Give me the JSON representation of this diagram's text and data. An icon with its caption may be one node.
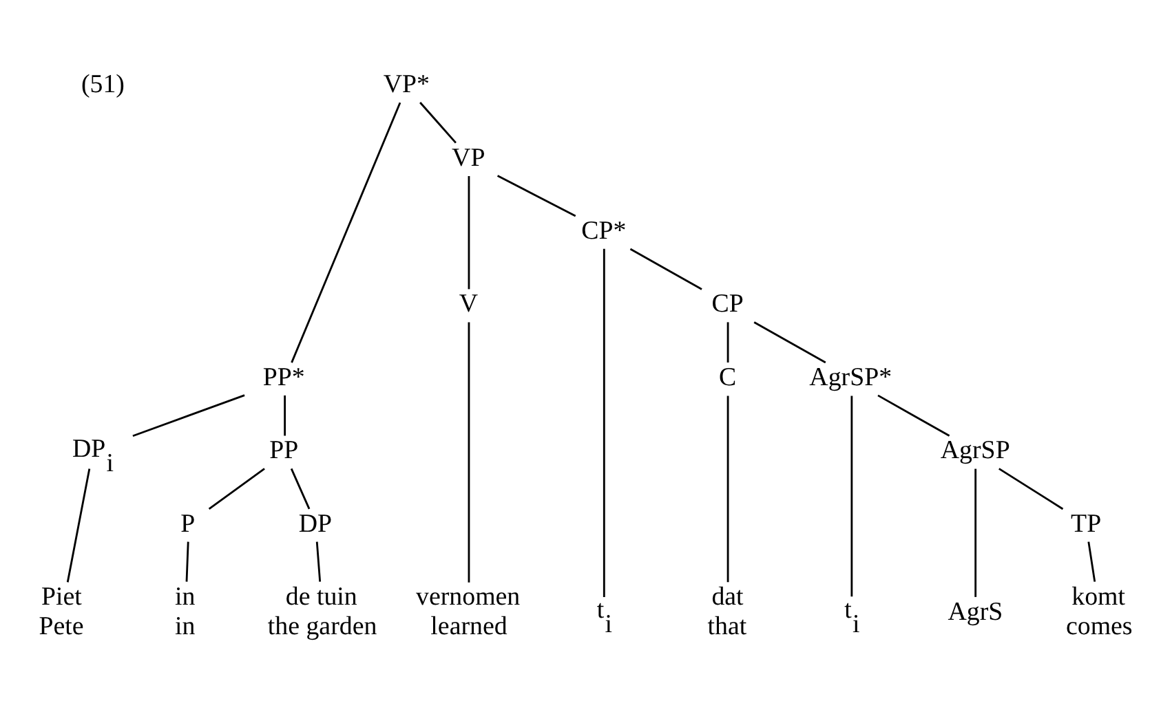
{
  "diagram": {
    "nodes": [
      {
        "text": [
          "VP*"
        ]
      },
      {
        "text": [
          "PP*"
        ]
      },
      {
        "text": [
          "VP"
        ]
      },
      {
        "text": [
          "DP$_{i}$"
        ]
      },
      {
        "text": [
          "PP"
        ]
      },
      {
        "text": [
          "V"
        ]
      },
      {
        "text": [
          "CP*"
        ]
      },
      {
        "text": [
          "P"
        ]
      },
      {
        "text": [
          "DP"
        ]
      },
      {
        "text": [
          "t$_{i}$"
        ]
      },
      {
        "text": [
          "CP"
        ]
      },
      {
        "text": [
          "C"
        ]
      },
      {
        "text": [
          "AgrSP*"
        ]
      },
      {
        "text": [
          "t$_{i}$"
        ]
      },
      {
        "text": [
          "AgrSP"
        ]
      },
      {
        "text": [
          "AgrS"
        ]
      },
      {
        "text": [
          "TP"
        ]
      },
      {
        "text": [
          "Piet",
          "Pete"
        ]
      },
      {
        "text": [
          "in",
          "in"
        ]
      },
      {
        "text": [
          "de tuin",
          "the garden"
        ]
      },
      {
        "text": [
          "vernomen",
          "learned"
        ]
      },
      {
        "text": [
          "dat",
          "that"
        ]
      },
      {
        "text": [
          "komt",
          "comes"
        ]
      }
    ],
    "edges": [
      {
        "from": 0,
        "to": 1,
        "arrow": "none"
      },
      {
        "from": 0,
        "to": 2,
        "arrow": "none"
      },
      {
        "from": 1,
        "to": 3,
        "arrow": "none"
      },
      {
        "from": 1,
        "to": 4,
        "arrow": "none"
      },
      {
        "from": 2,
        "to": 5,
        "arrow": "none"
      },
      {
        "from": 2,
        "to": 6,
        "arrow": "none"
      },
      {
        "from": 4,
        "to": 7,
        "arrow": "none"
      },
      {
        "from": 4,
        "to": 8,
        "arrow": "none"
      },
      {
        "from": 6,
        "to": 9,
        "arrow": "none"
      },
      {
        "from": 6,
        "to": 10,
        "arrow": "none"
      },
      {
        "from": 10,
        "to": 11,
        "arrow": "none"
      },
      {
        "from": 10,
        "to": 12,
        "arrow": "none"
      },
      {
        "from": 12,
        "to": 13,
        "arrow": "none"
      },
      {
        "from": 12,
        "to": 14,
        "arrow": "none"
      },
      {
        "from": 14,
        "to": 15,
        "arrow": "none"
      },
      {
        "from": 14,
        "to": 16,
        "arrow": "none"
      },
      {
        "from": 3,
        "to": 17,
        "arrow": "none"
      },
      {
        "from": 7,
        "to": 18,
        "arrow": "none"
      },
      {
        "from": 8,
        "to": 19,
        "arrow": "none"
      },
      {
        "from": 5,
        "to": 20,
        "arrow": "none"
      },
      {
        "from": 11,
        "to": 21,
        "arrow": "none"
      },
      {
        "from": 16,
        "to": 22,
        "arrow": "none"
      }
    ],
    "labels": [
      "(51)"
    ]
  }
}
